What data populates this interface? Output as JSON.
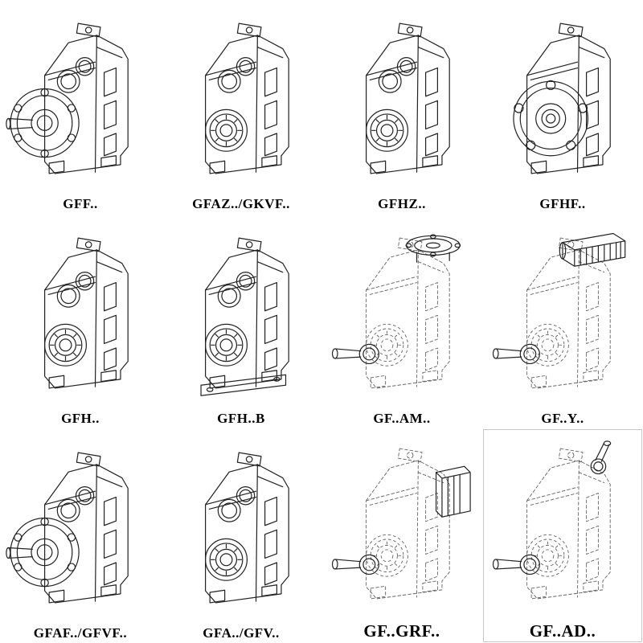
{
  "page": {
    "title": "Gearbox series catalog sheet",
    "background": "#ffffff"
  },
  "colors": {
    "solid_line": "#222222",
    "dashed_line": "#666666",
    "label_text": "#000000"
  },
  "catalog": {
    "items": [
      {
        "label": "GFF..",
        "drawing": "parallel-shaft-gearbox-output-flange-solid-shaft"
      },
      {
        "label": "GFAZ../GKVF..",
        "drawing": "parallel-shaft-gearbox-hollow-output-shaft"
      },
      {
        "label": "GFHZ..",
        "drawing": "parallel-shaft-gearbox-hollow-output-shaft"
      },
      {
        "label": "GFHF..",
        "drawing": "parallel-shaft-gearbox-front-output-flange"
      },
      {
        "label": "GFH..",
        "drawing": "parallel-shaft-gearbox-hollow-output-shaft"
      },
      {
        "label": "GFH..B",
        "drawing": "parallel-shaft-gearbox-hollow-shaft-foot-mounted"
      },
      {
        "label": "GF..AM..",
        "drawing": "gearbox-phantom-outline-with-motor-adapter-flange-on-top"
      },
      {
        "label": "GF..Y..",
        "drawing": "gearbox-phantom-outline-with-mounted-motor-on-top"
      },
      {
        "label": "GFAF../GFVF..",
        "drawing": "parallel-shaft-gearbox-output-flange-solid-shaft"
      },
      {
        "label": "GFA../GFV..",
        "drawing": "parallel-shaft-gearbox-hollow-output-shaft"
      },
      {
        "label": "GF..GRF..",
        "drawing": "gearbox-phantom-outline-with-side-input-adapter"
      },
      {
        "label": "GF..AD..",
        "drawing": "gearbox-phantom-outline-with-top-input-shaft"
      }
    ]
  }
}
